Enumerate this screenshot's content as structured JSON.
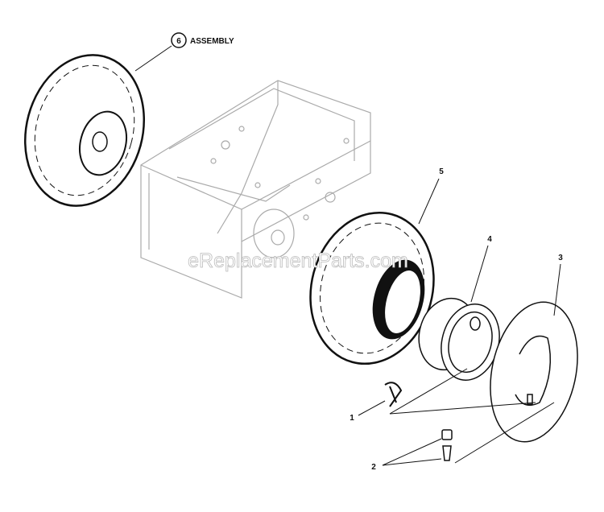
{
  "callouts": {
    "assembly_number": "6",
    "assembly_text": "ASSEMBLY",
    "item_1": "1",
    "item_2": "2",
    "item_3": "3",
    "item_4": "4",
    "item_5": "5"
  },
  "watermark": "eReplacementParts.com",
  "colors": {
    "line": "#111111",
    "frame": "#aaaaaa"
  }
}
